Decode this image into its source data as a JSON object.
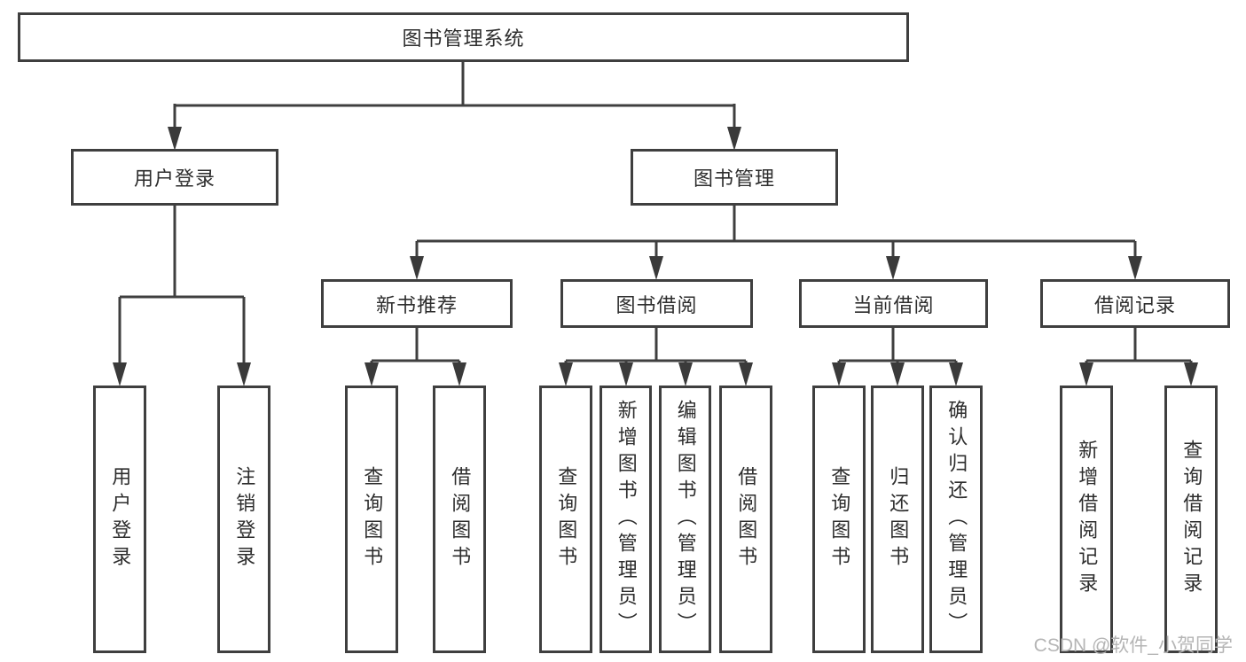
{
  "nodes": {
    "root": {
      "label": "图书管理系统"
    },
    "login": {
      "label": "用户登录",
      "children": [
        {
          "label": "用户登录"
        },
        {
          "label": "注销登录"
        }
      ]
    },
    "mgmt": {
      "label": "图书管理",
      "groups": [
        {
          "label": "新书推荐",
          "children": [
            {
              "label": "查询图书"
            },
            {
              "label": "借阅图书"
            }
          ]
        },
        {
          "label": "图书借阅",
          "children": [
            {
              "label": "查询图书"
            },
            {
              "label": "新增图书（管理员）"
            },
            {
              "label": "编辑图书（管理员）"
            },
            {
              "label": "借阅图书"
            }
          ]
        },
        {
          "label": "当前借阅",
          "children": [
            {
              "label": "查询图书"
            },
            {
              "label": "归还图书"
            },
            {
              "label": "确认归还（管理员）"
            }
          ]
        },
        {
          "label": "借阅记录",
          "children": [
            {
              "label": "新增借阅记录"
            },
            {
              "label": "查询借阅记录"
            }
          ]
        }
      ]
    }
  },
  "watermark": "CSDN @软件_小贺同学",
  "colors": {
    "line": "#3f3f3f",
    "text": "#2d2d2d",
    "background": "#ffffff",
    "watermark": "#b5b5b5"
  }
}
